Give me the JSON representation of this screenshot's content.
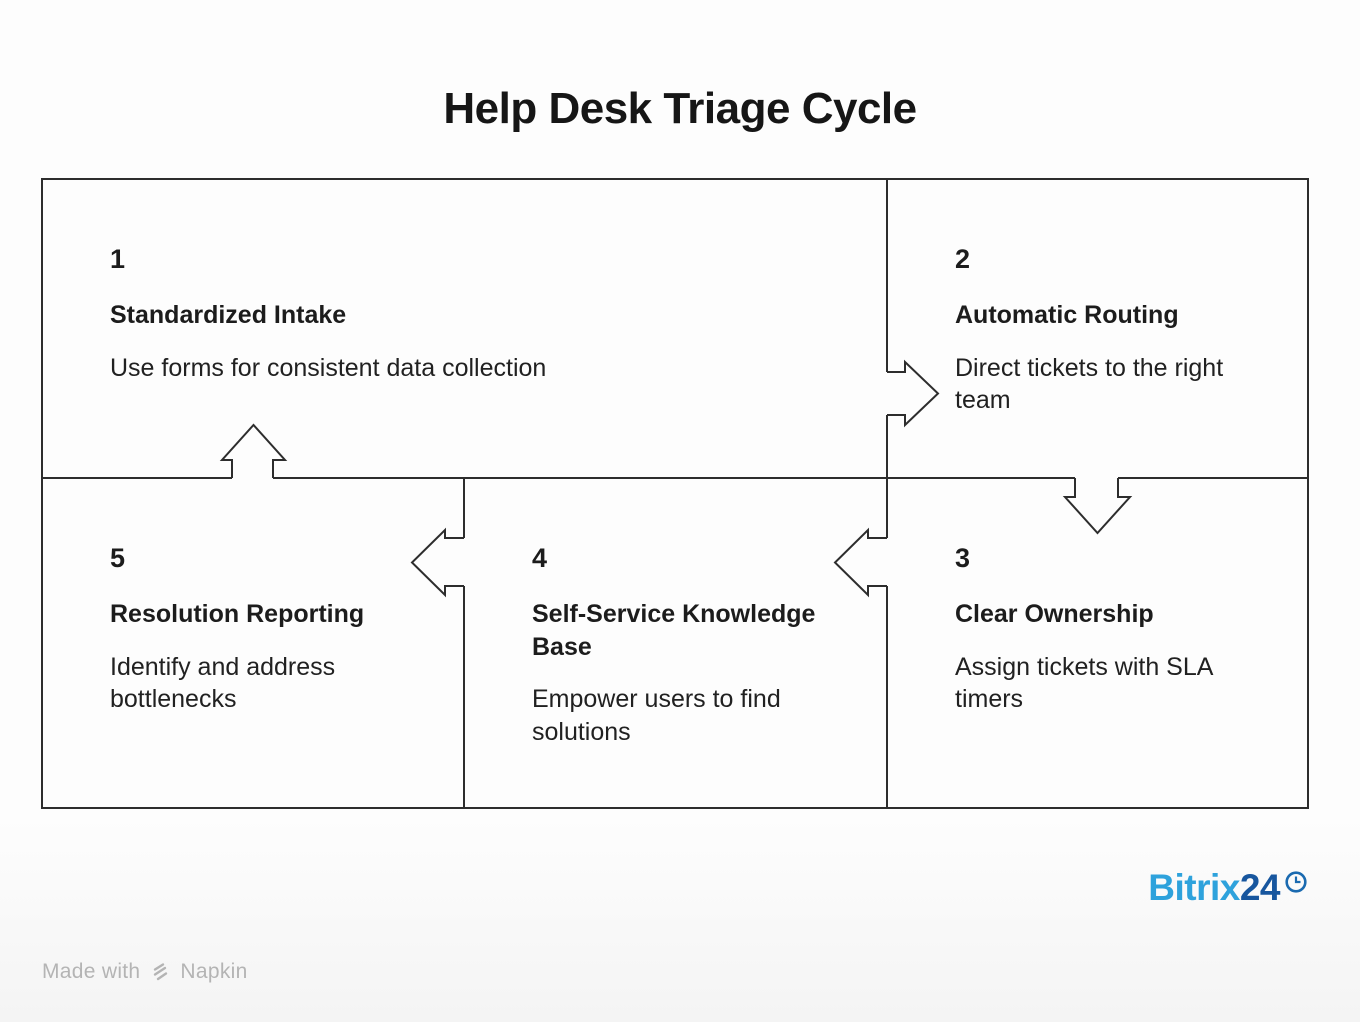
{
  "title": "Help Desk Triage Cycle",
  "steps": [
    {
      "number": "1",
      "title": "Standardized Intake",
      "description": "Use forms for consistent data collection"
    },
    {
      "number": "2",
      "title": "Automatic Routing",
      "description": "Direct tickets to the right team"
    },
    {
      "number": "3",
      "title": "Clear Ownership",
      "description": "Assign tickets with SLA timers"
    },
    {
      "number": "4",
      "title": "Self-Service Knowledge Base",
      "description": "Empower users to find solutions"
    },
    {
      "number": "5",
      "title": "Resolution Reporting",
      "description": "Identify and address bottlenecks"
    }
  ],
  "flow": {
    "arrows": [
      {
        "from": "1",
        "to": "2",
        "direction": "right"
      },
      {
        "from": "2",
        "to": "3",
        "direction": "down"
      },
      {
        "from": "3",
        "to": "4",
        "direction": "left"
      },
      {
        "from": "4",
        "to": "5",
        "direction": "left"
      },
      {
        "from": "5",
        "to": "1",
        "direction": "up"
      }
    ]
  },
  "branding": {
    "name": "Bitrix",
    "number": "24",
    "icon": "clock-icon",
    "color_light": "#2ea2dc",
    "color_dark": "#17569e"
  },
  "footer": {
    "prefix": "Made with",
    "brand": "Napkin",
    "icon": "napkin-stripes-icon",
    "color": "#b4b4b4"
  },
  "colors": {
    "line": "#2d2d2d",
    "text": "#1c1c1c",
    "background": "#fdfdfd"
  }
}
